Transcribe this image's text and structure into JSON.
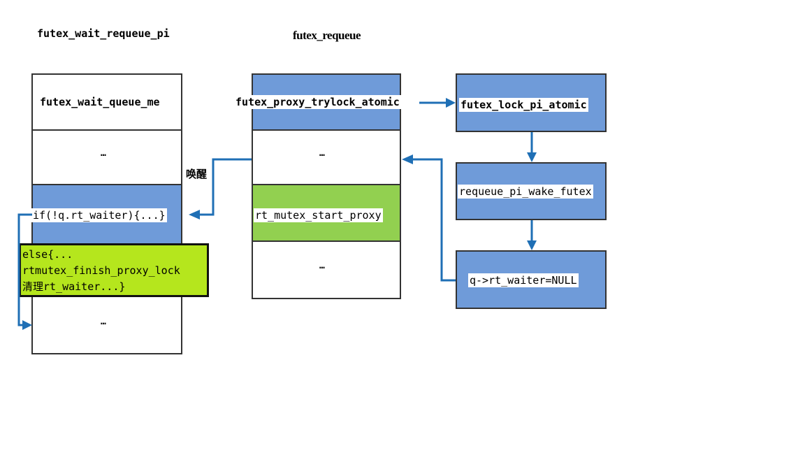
{
  "left_column": {
    "title": "futex_wait_requeue_pi",
    "cells": {
      "top": "futex_wait_queue_me",
      "dots1": "…",
      "branch": "if(!q.rt_waiter){...}",
      "dots2": "…"
    },
    "note_lines": [
      "else{...",
      "rtmutex_finish_proxy_lock",
      "清理rt_waiter...}"
    ]
  },
  "middle_column": {
    "title": "futex_requeue",
    "cells": {
      "top": "futex_proxy_trylock_atomic",
      "dots1": "…",
      "green": "rt_mutex_start_proxy",
      "dots2": "…"
    }
  },
  "right_column": {
    "boxes": [
      "futex_lock_pi_atomic",
      "requeue_pi_wake_futex",
      "q->rt_waiter=NULL"
    ]
  },
  "wake_label": "唤醒",
  "colors": {
    "blue_fill": "#6f9bd9",
    "green_fill": "#92d050",
    "note_fill": "#b5e61d",
    "arrow": "#1f6fb5"
  },
  "icons": {
    "arrow_head": "right/down/left arrowheads"
  }
}
